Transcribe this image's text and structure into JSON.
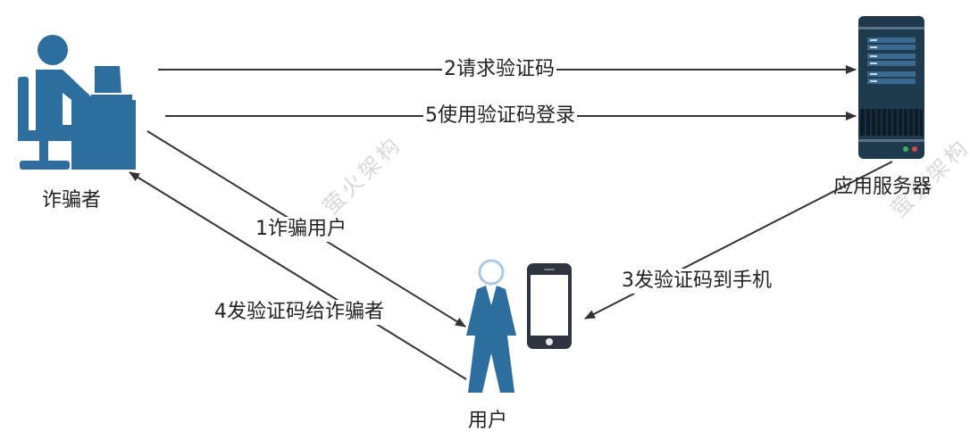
{
  "diagram": {
    "nodes": {
      "scammer": {
        "label": "诈骗者",
        "icon": "person-at-desk-icon",
        "color": "#2e6e9e"
      },
      "server": {
        "label": "应用服务器",
        "icon": "server-tower-icon",
        "color": "#1f3a4d"
      },
      "user": {
        "label": "用户",
        "icon": "standing-person-icon",
        "color": "#2e6e9e"
      },
      "phone": {
        "icon": "smartphone-icon",
        "color": "#2f3540"
      }
    },
    "edges": [
      {
        "id": "e1",
        "label": "1诈骗用户",
        "from": "scammer",
        "to": "user"
      },
      {
        "id": "e2",
        "label": "2请求验证码",
        "from": "scammer",
        "to": "server"
      },
      {
        "id": "e3",
        "label": "3发验证码到手机",
        "from": "server",
        "to": "phone"
      },
      {
        "id": "e4",
        "label": "4发验证码给诈骗者",
        "from": "user",
        "to": "scammer"
      },
      {
        "id": "e5",
        "label": "5使用验证码登录",
        "from": "scammer",
        "to": "server"
      }
    ],
    "watermark": "萤火架构",
    "colors": {
      "arrow": "#333333",
      "text": "#222222",
      "server_accent": "#3a6a92",
      "led_green": "#3fae5a",
      "led_red": "#d9434e"
    }
  }
}
